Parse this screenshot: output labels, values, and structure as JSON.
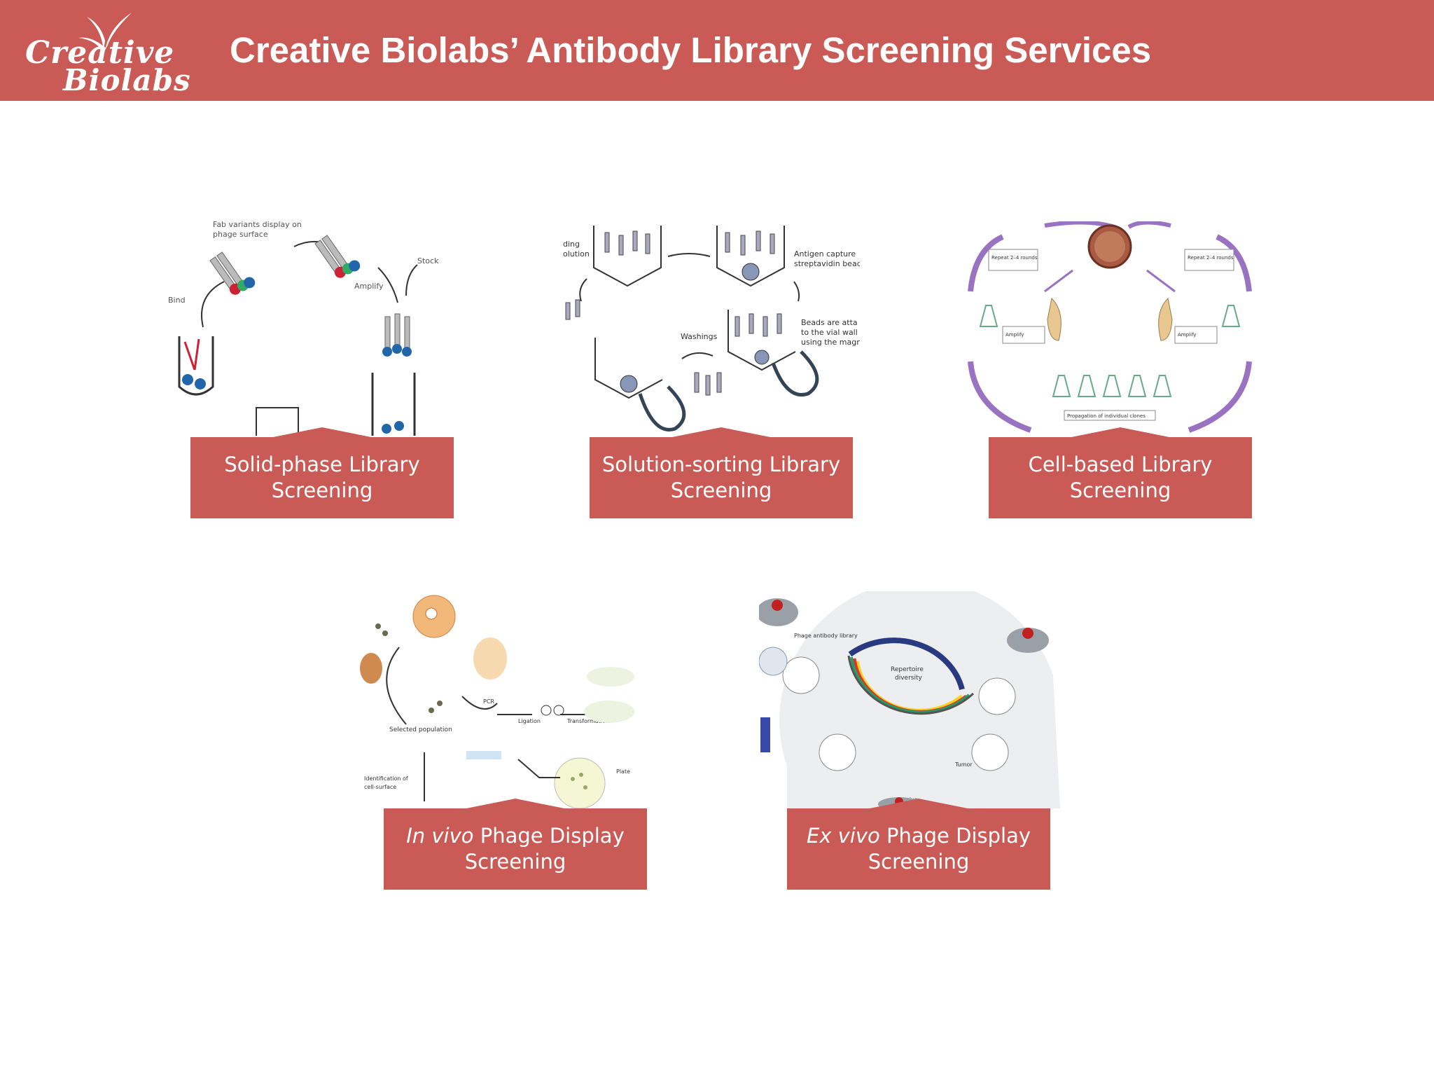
{
  "brand": {
    "color": "#c95a55",
    "logo_line1": "Creative",
    "logo_line2": "Biolabs"
  },
  "title": "Creative Biolabs’ Antibody Library Screening Services",
  "cards": [
    {
      "label_line1": "Solid-phase Library",
      "label_line2": "Screening",
      "fig_text": {
        "t1": "Fab variants display on",
        "t2": "phage surface",
        "t3": "Bind",
        "t4": "Amplify",
        "t5": "Stock"
      }
    },
    {
      "label_line1": "Solution-sorting Library",
      "label_line2": "Screening",
      "fig_text": {
        "t1": "ding",
        "t2": "olution",
        "t3": "Antigen capture",
        "t4": "streptavidin bead",
        "t5": "Washings",
        "t6": "Beads are atta",
        "t7": "to the vial wall",
        "t8": "using the magn"
      }
    },
    {
      "label_line1": "Cell-based Library",
      "label_line2": "Screening",
      "fig_text": {
        "t1": "Repeat 2–4 rounds",
        "t2": "Amplify",
        "t3": "Propagation of individual clones"
      }
    },
    {
      "label_italic": "In vivo",
      "label_rest": " Phage Display",
      "label_line2": "Screening",
      "fig_text": {
        "t1": "Selected population",
        "t2": "PCR",
        "t3": "Ligation",
        "t4": "Transformation",
        "t5": "Plate",
        "t6": "Identification of",
        "t7": "cell-surface"
      }
    },
    {
      "label_italic": "Ex vivo",
      "label_rest": " Phage Display",
      "label_line2": "Screening",
      "fig_text": {
        "t1": "Repertoire",
        "t2": "diversity",
        "t3": "Phage antibody library",
        "t4": "In vivo",
        "t5": "Tumor"
      }
    }
  ]
}
